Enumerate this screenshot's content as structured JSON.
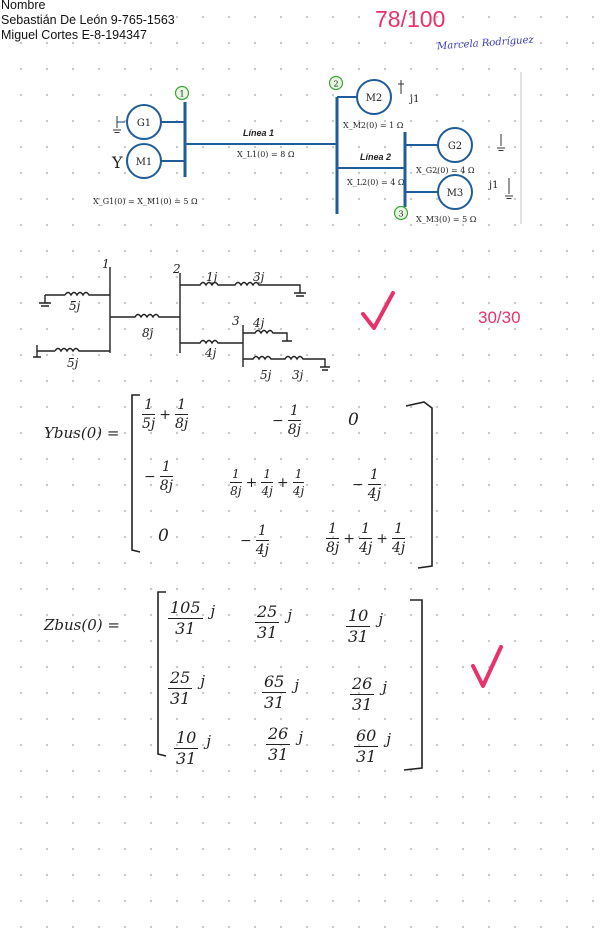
{
  "header": {
    "label": "Nombre",
    "student1": "Sebastián De León 9-765-1563",
    "student2": "Miguel Cortes E-8-194347"
  },
  "grade": {
    "total": "78/100",
    "section": "30/30",
    "signature": "Marcela Rodríguez"
  },
  "diagram": {
    "bus_labels": [
      "1",
      "2",
      "3"
    ],
    "g1": "G1",
    "m1": "M1",
    "m2": "M2",
    "g2": "G2",
    "m3": "M3",
    "line1": "Línea 1",
    "line2": "Línea 2",
    "xl1": "X_L1(0) = 8 Ω",
    "xl2": "X_L2(0) = 4 Ω",
    "xm2": "X_M2(0) = 1 Ω",
    "xg2": "X_G2(0) = 4 Ω",
    "xm3": "X_M3(0) = 5 Ω",
    "xg1m1": "X_G1(0) = X_M1(0) = 5 Ω",
    "j1a": "j1",
    "j1b": "j1",
    "y": "Y"
  },
  "sketch": {
    "bus1": "1",
    "bus2": "2",
    "bus3": "3",
    "r_5j_top": "5j",
    "r_5j_bottom": "5j",
    "r_8j": "8j",
    "r_1j": "1j",
    "r_3j_top": "3j",
    "r_4j_top": "4j",
    "r_4j_mid": "4j",
    "r_5j_right": "5j",
    "r_3j_right": "3j"
  },
  "ybus": {
    "label": "Ybus(0) =",
    "r1c1": {
      "n1": "1",
      "d1": "5j",
      "op": "+",
      "n2": "1",
      "d2": "8j"
    },
    "r1c2": {
      "sign": "−",
      "n": "1",
      "d": "8j"
    },
    "r1c3": "0",
    "r2c1": {
      "sign": "−",
      "n": "1",
      "d": "8j"
    },
    "r2c2": {
      "n1": "1",
      "d1": "8j",
      "op1": "+",
      "n2": "1",
      "d2": "4j",
      "op2": "+",
      "n3": "1",
      "d3": "4j"
    },
    "r2c3": {
      "sign": "−",
      "n": "1",
      "d": "4j"
    },
    "r3c1": "0",
    "r3c2": {
      "sign": "−",
      "n": "1",
      "d": "4j"
    },
    "r3c3": {
      "n1": "1",
      "d1": "8j",
      "op1": "+",
      "n2": "1",
      "d2": "4j",
      "op2": "+",
      "n3": "1",
      "d3": "4j"
    }
  },
  "zbus": {
    "label": "Zbus(0) =",
    "unit": "j",
    "cells": [
      [
        {
          "n": "105",
          "d": "31"
        },
        {
          "n": "25",
          "d": "31"
        },
        {
          "n": "10",
          "d": "31"
        }
      ],
      [
        {
          "n": "25",
          "d": "31"
        },
        {
          "n": "65",
          "d": "31"
        },
        {
          "n": "26",
          "d": "31"
        }
      ],
      [
        {
          "n": "10",
          "d": "31"
        },
        {
          "n": "26",
          "d": "31"
        },
        {
          "n": "60",
          "d": "31"
        }
      ]
    ]
  },
  "colors": {
    "accent": "#e8336a",
    "diagram_blue": "#1f5c99",
    "bus_green": "#3aa635",
    "ink": "#222222"
  }
}
